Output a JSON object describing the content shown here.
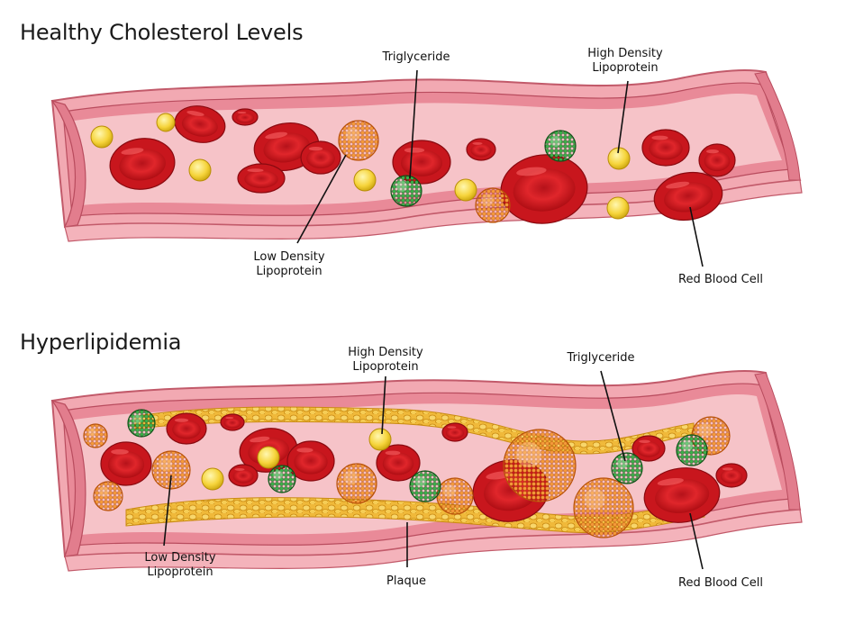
{
  "panels": {
    "healthy": {
      "title": "Healthy Cholesterol Levels",
      "labels": {
        "triglyceride": "Triglyceride",
        "hdl_line1": "High Density",
        "hdl_line2": "Lipoprotein",
        "ldl_line1": "Low Density",
        "ldl_line2": "Lipoprotein",
        "rbc": "Red Blood Cell"
      }
    },
    "hyper": {
      "title": "Hyperlipidemia",
      "labels": {
        "hdl_line1": "High Density",
        "hdl_line2": "Lipoprotein",
        "triglyceride": "Triglyceride",
        "ldl_line1": "Low Density",
        "ldl_line2": "Lipoprotein",
        "plaque": "Plaque",
        "rbc": "Red Blood Cell"
      }
    }
  },
  "colors": {
    "vessel_outer": "#f2a9b2",
    "vessel_wall": "#e88393",
    "vessel_lumen": "#f6c3c8",
    "red_blood_cell": "#d81e24",
    "hdl": "#f6d43b",
    "ldl": "#f08c2a",
    "triglyceride": "#2e9e3a",
    "plaque": "#f0b93a"
  }
}
